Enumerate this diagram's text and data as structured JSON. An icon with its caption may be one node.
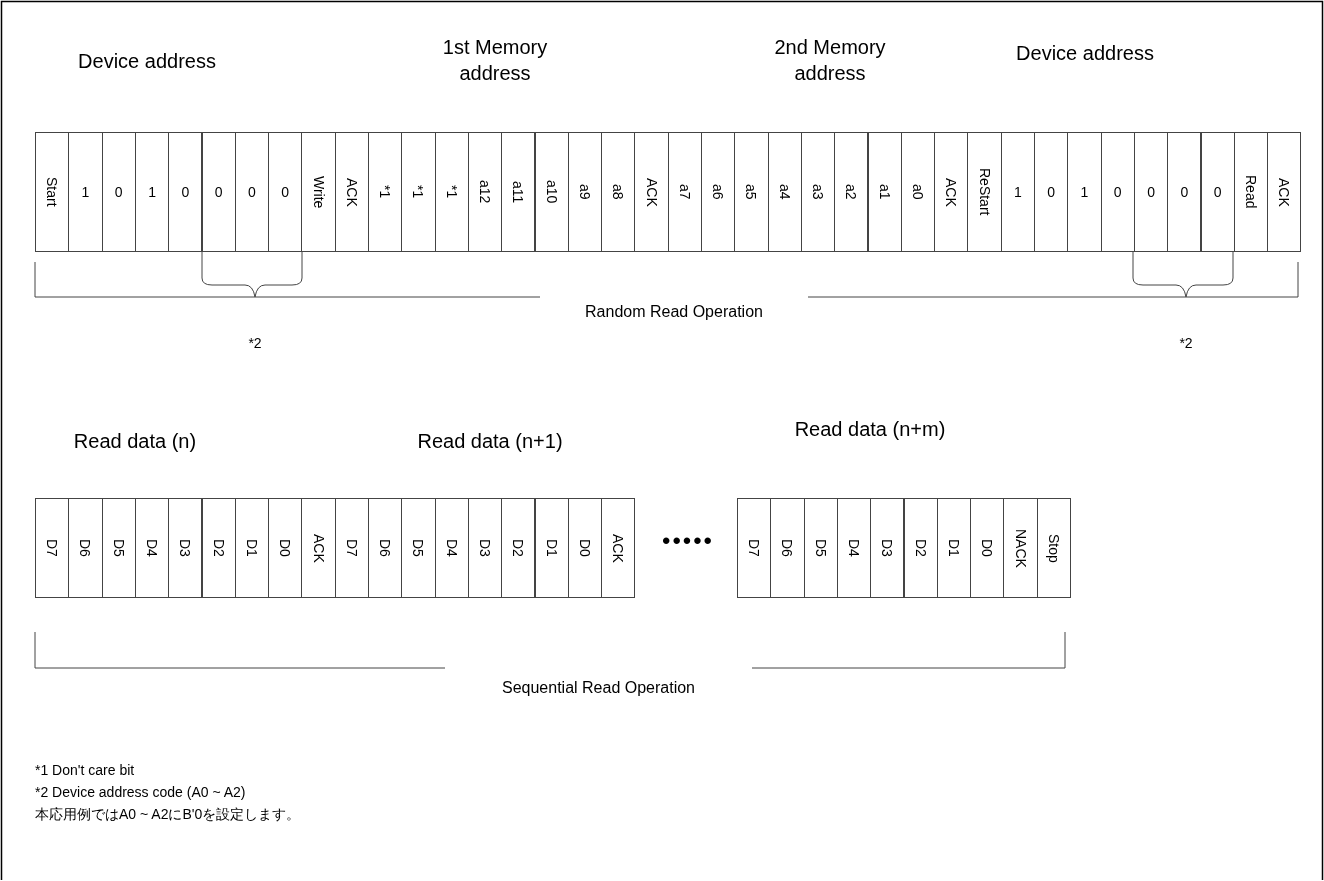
{
  "diagram": {
    "nodes": [
      {
        "text": [
          "Start"
        ]
      },
      {
        "text": [
          "1"
        ]
      },
      {
        "text": [
          "0"
        ]
      },
      {
        "text": [
          "1"
        ]
      },
      {
        "text": [
          "0"
        ]
      },
      {
        "text": [
          "0"
        ]
      },
      {
        "text": [
          "0"
        ]
      },
      {
        "text": [
          "0"
        ]
      },
      {
        "text": [
          "Write"
        ]
      },
      {
        "text": [
          "ACK"
        ]
      },
      {
        "text": [
          "*1"
        ]
      },
      {
        "text": [
          "*1"
        ]
      },
      {
        "text": [
          "*1"
        ]
      },
      {
        "text": [
          "a12"
        ]
      },
      {
        "text": [
          "a11"
        ]
      },
      {
        "text": [
          "a10"
        ]
      },
      {
        "text": [
          "a9"
        ]
      },
      {
        "text": [
          "a8"
        ]
      },
      {
        "text": [
          "ACK"
        ]
      },
      {
        "text": [
          "a7"
        ]
      },
      {
        "text": [
          "a6"
        ]
      },
      {
        "text": [
          "a5"
        ]
      },
      {
        "text": [
          "a4"
        ]
      },
      {
        "text": [
          "a3"
        ]
      },
      {
        "text": [
          "a2"
        ]
      },
      {
        "text": [
          "a1"
        ]
      },
      {
        "text": [
          "a0"
        ]
      },
      {
        "text": [
          "ACK"
        ]
      },
      {
        "text": [
          "ReStart"
        ]
      },
      {
        "text": [
          "1"
        ]
      },
      {
        "text": [
          "0"
        ]
      },
      {
        "text": [
          "1"
        ]
      },
      {
        "text": [
          "0"
        ]
      },
      {
        "text": [
          "0"
        ]
      },
      {
        "text": [
          "0"
        ]
      },
      {
        "text": [
          "0"
        ]
      },
      {
        "text": [
          "Read"
        ]
      },
      {
        "text": [
          "ACK"
        ]
      },
      {
        "text": [
          "D7"
        ]
      },
      {
        "text": [
          "D6"
        ]
      },
      {
        "text": [
          "D5"
        ]
      },
      {
        "text": [
          "D4"
        ]
      },
      {
        "text": [
          "D3"
        ]
      },
      {
        "text": [
          "D2"
        ]
      },
      {
        "text": [
          "D1"
        ]
      },
      {
        "text": [
          "D0"
        ]
      },
      {
        "text": [
          "ACK"
        ]
      },
      {
        "text": [
          "D7"
        ]
      },
      {
        "text": [
          "D6"
        ]
      },
      {
        "text": [
          "D5"
        ]
      },
      {
        "text": [
          "D4"
        ]
      },
      {
        "text": [
          "D3"
        ]
      },
      {
        "text": [
          "D2"
        ]
      },
      {
        "text": [
          "D1"
        ]
      },
      {
        "text": [
          "D0"
        ]
      },
      {
        "text": [
          "ACK"
        ]
      },
      {
        "text": [
          "D7"
        ]
      },
      {
        "text": [
          "D6"
        ]
      },
      {
        "text": [
          "D5"
        ]
      },
      {
        "text": [
          "D4"
        ]
      },
      {
        "text": [
          "D3"
        ]
      },
      {
        "text": [
          "D2"
        ]
      },
      {
        "text": [
          "D1"
        ]
      },
      {
        "text": [
          "D0"
        ]
      },
      {
        "text": [
          "NACK"
        ]
      },
      {
        "text": [
          "Stop"
        ]
      }
    ],
    "labels": [
      "Device address",
      "1st Memory address",
      "2nd Memory address",
      "Device address",
      "Random Read Operation",
      "*2",
      "*2",
      "Read data (n)",
      "Read data (n+1)",
      "Read data (n+m)",
      "•••••",
      "Sequential Read Operation",
      "*1 Don't care bit",
      "*2 Device address code (A0 ~ A2)",
      "本応用例ではA0 ~ A2にB'0を設定します。"
    ]
  }
}
